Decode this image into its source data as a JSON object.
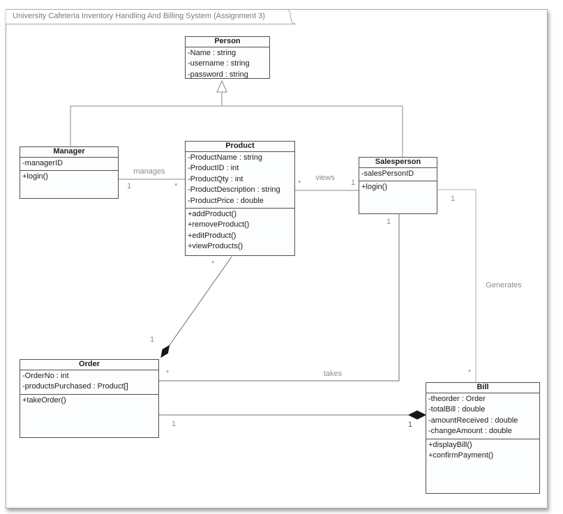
{
  "frame": {
    "title": "University Cafeteria Inventory Handling And Billing System (Assignment 3)"
  },
  "classes": {
    "person": {
      "name": "Person",
      "attributes": [
        "-Name : string",
        "-username : string",
        "-password : string"
      ],
      "methods": []
    },
    "manager": {
      "name": "Manager",
      "attributes": [
        "-managerID"
      ],
      "methods": [
        "+login()"
      ]
    },
    "product": {
      "name": "Product",
      "attributes": [
        "-ProductName : string",
        "-ProductID : int",
        "-ProductQty : int",
        "-ProductDescription : string",
        "-ProductPrice : double"
      ],
      "methods": [
        "+addProduct()",
        "+removeProduct()",
        "+editProduct()",
        "+viewProducts()"
      ]
    },
    "salesperson": {
      "name": "Salesperson",
      "attributes": [
        "-salesPersonID"
      ],
      "methods": [
        "+login()"
      ]
    },
    "order": {
      "name": "Order",
      "attributes": [
        "-OrderNo : int",
        "-productsPurchased : Product[]"
      ],
      "methods": [
        "+takeOrder()"
      ]
    },
    "bill": {
      "name": "Bill",
      "attributes": [
        "-theorder : Order",
        "-totalBill : double",
        "-amountReceived : double",
        "-changeAmount : double"
      ],
      "methods": [
        "+displayBill()",
        "+confirmPayment()"
      ]
    }
  },
  "relationships": {
    "manages": {
      "label": "manages",
      "manager_mult": "1",
      "product_mult": "*"
    },
    "views": {
      "label": "views",
      "product_mult": "*",
      "salesperson_mult": "1"
    },
    "takes": {
      "label": "takes",
      "salesperson_mult": "1",
      "order_mult": "*"
    },
    "generates": {
      "label": "Generates",
      "salesperson_mult": "1",
      "bill_mult": "*"
    },
    "order_contains_product": {
      "product_mult": "*",
      "order_mult": "1"
    },
    "bill_contains_order": {
      "order_mult": "1",
      "bill_mult": "1"
    }
  },
  "colors": {
    "frame_border": "#a9a9a9",
    "box_border": "#4f4f4f",
    "box_fill": "#fcfdfe",
    "line": "#878787",
    "line_light": "#ababab",
    "label": "#8c8c8c",
    "text": "#1c1c1c",
    "diamond": "#161616"
  }
}
